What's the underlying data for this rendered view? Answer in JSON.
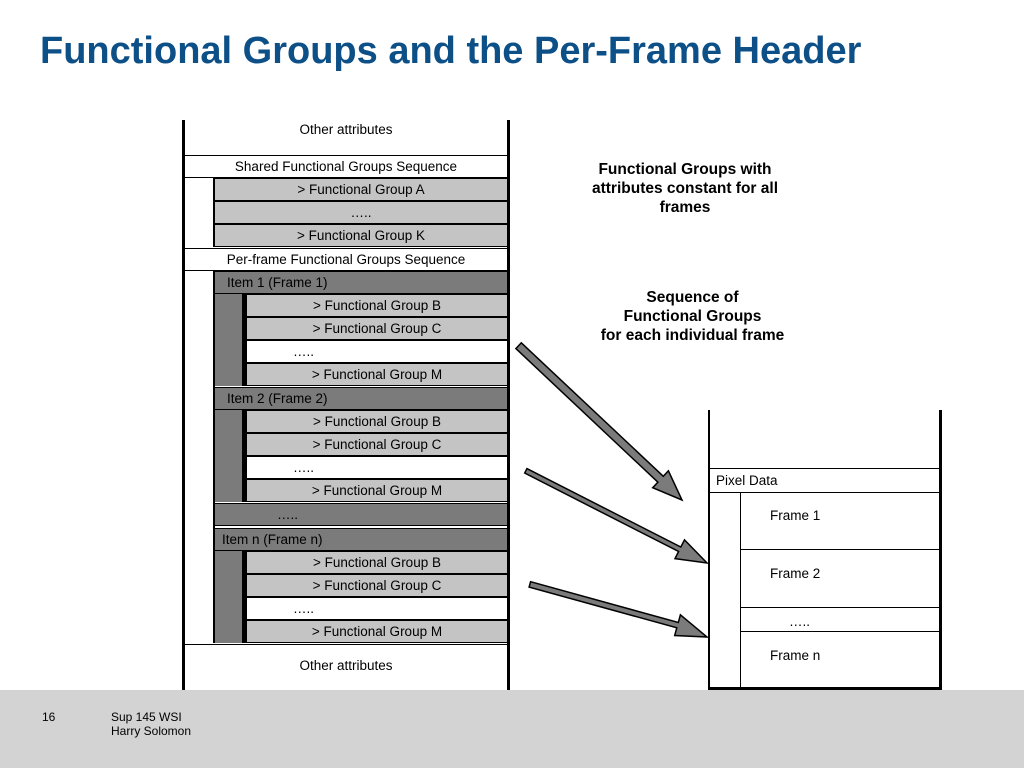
{
  "slide": {
    "title": "Functional Groups and the Per-Frame Header"
  },
  "left_stack": {
    "other_attributes_top": "Other attributes",
    "shared_sequence": "Shared Functional Groups Sequence",
    "shared_groups": [
      "> Functional Group A",
      "…..",
      "> Functional Group K"
    ],
    "perframe_sequence": "Per-frame Functional Groups Sequence",
    "items": [
      {
        "label": "Item 1 (Frame 1)",
        "groups": [
          "> Functional Group B",
          "> Functional Group C",
          "…..",
          "> Functional Group M"
        ]
      },
      {
        "label": "Item 2 (Frame 2)",
        "groups": [
          "> Functional Group B",
          "> Functional Group C",
          "…..",
          "> Functional Group M"
        ]
      },
      {
        "label": "…..",
        "groups": []
      },
      {
        "label": "Item n (Frame n)",
        "groups": [
          "> Functional Group B",
          "> Functional Group C",
          "…..",
          "> Functional Group M"
        ]
      }
    ],
    "other_attributes_bottom": "Other attributes"
  },
  "callouts": {
    "shared": [
      "Functional Groups with",
      "attributes constant for all",
      "frames"
    ],
    "perframe": [
      "Sequence of",
      "Functional Groups",
      "for each individual frame"
    ]
  },
  "right_stack": {
    "pixel_data": "Pixel Data",
    "frames": [
      "Frame 1",
      "Frame 2",
      "…..",
      "Frame n"
    ]
  },
  "colors": {
    "title": "#0d4f87",
    "light_row": "#c4c4c4",
    "dark_row": "#7b7b7b",
    "arrow": "#7b7b7b",
    "footer": "#d3d3d3"
  },
  "footer": {
    "page_number": "16",
    "line1": "Sup 145 WSI",
    "line2": "Harry Solomon"
  }
}
